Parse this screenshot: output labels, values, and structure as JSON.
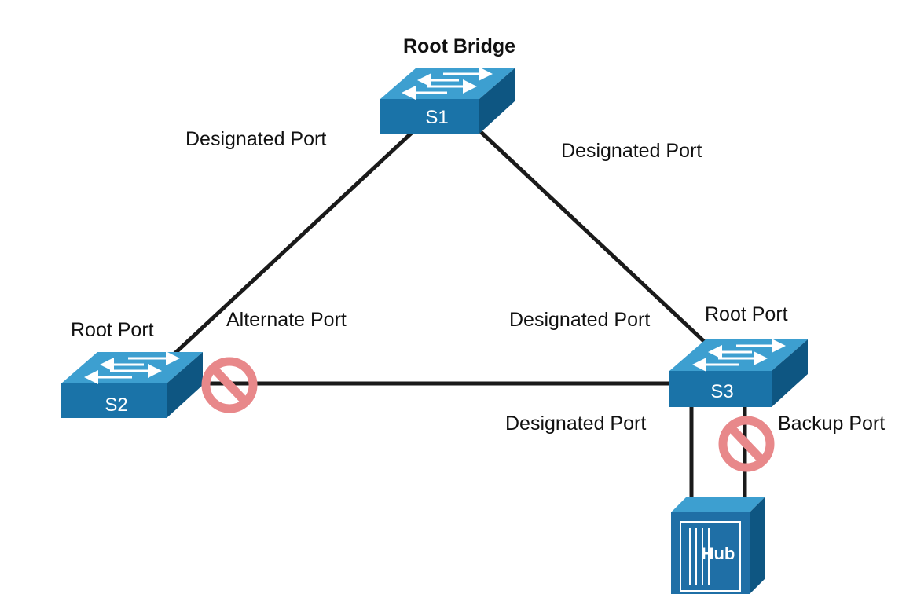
{
  "title": "Root Bridge",
  "switches": {
    "s1": "S1",
    "s2": "S2",
    "s3": "S3"
  },
  "hub": "Hub",
  "ports": {
    "s1_left": "Designated Port",
    "s1_right": "Designated Port",
    "s2_root": "Root Port",
    "s2_alternate": "Alternate Port",
    "s3_designated_left": "Designated Port",
    "s3_root": "Root Port",
    "s3_designated_hub": "Designated Port",
    "s3_backup": "Backup Port"
  },
  "colors": {
    "switch_top": "#3d9fd0",
    "switch_front": "#1a73a8",
    "switch_side": "#0e5682",
    "link": "#1a1a1a",
    "block": "#e8888a",
    "hub": "#1f6fa6"
  },
  "icons": [
    "switch-icon",
    "hub-icon",
    "blocked-port-icon"
  ]
}
